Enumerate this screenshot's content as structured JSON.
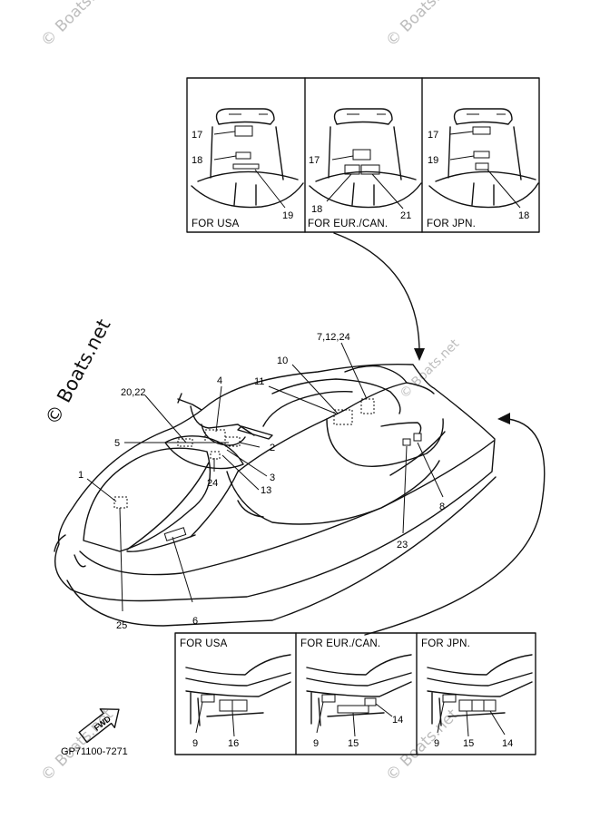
{
  "watermark": {
    "text": "© Boats.net",
    "side_text": "© Boats.net"
  },
  "top_panels": [
    {
      "caption": "FOR USA",
      "callouts": [
        "17",
        "18",
        "19"
      ]
    },
    {
      "caption": "FOR EUR./CAN.",
      "callouts": [
        "17",
        "18",
        "21"
      ]
    },
    {
      "caption": "FOR JPN.",
      "callouts": [
        "17",
        "19",
        "18"
      ]
    }
  ],
  "bottom_panels": [
    {
      "caption": "FOR USA",
      "callouts": [
        "9",
        "16"
      ]
    },
    {
      "caption": "FOR EUR./CAN.",
      "callouts": [
        "9",
        "15",
        "14"
      ]
    },
    {
      "caption": "FOR JPN.",
      "callouts": [
        "9",
        "15",
        "14"
      ]
    }
  ],
  "main_callouts": [
    "1",
    "2",
    "3",
    "4",
    "5",
    "6",
    "7,12,24",
    "8",
    "10",
    "11",
    "13",
    "20,22",
    "23",
    "24",
    "25"
  ],
  "fwd_label": "FWD",
  "part_code": "GP71100-7271"
}
